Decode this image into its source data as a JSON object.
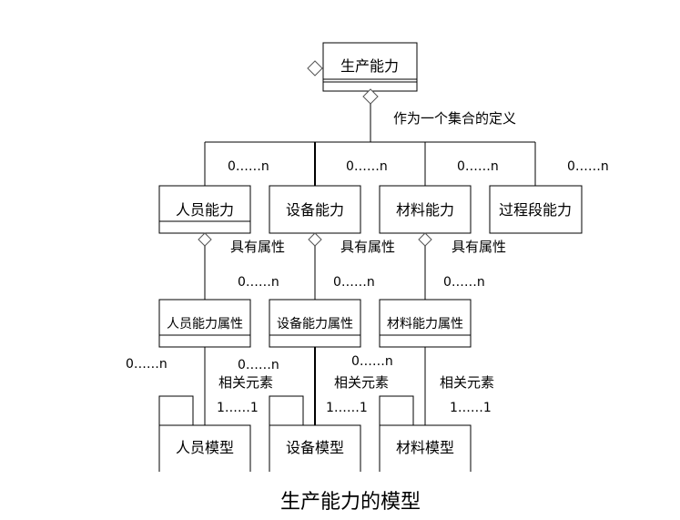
{
  "title": "生产能力的模型",
  "top_class": "生产能力",
  "set_note": "作为一个集合的定义",
  "capabilities": [
    "人员能力",
    "设备能力",
    "材料能力",
    "过程段能力"
  ],
  "attr_note": "具有属性",
  "attributes": [
    "人员能力属性",
    "设备能力属性",
    "材料能力属性"
  ],
  "rel_note": "相关元素",
  "models": [
    "人员模型",
    "设备模型",
    "材料模型"
  ],
  "mult_0n": "0……n",
  "mult_11": "1……1",
  "colors": {
    "line": "#000000",
    "diamond_stroke": "#555555",
    "fill": "#ffffff"
  }
}
